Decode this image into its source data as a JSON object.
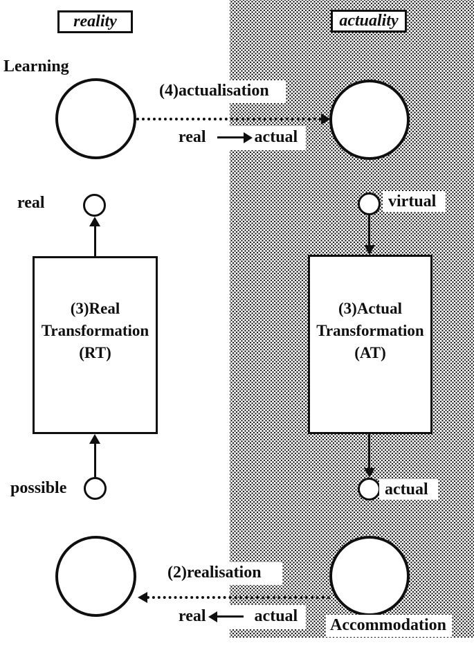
{
  "headers": {
    "left": "reality",
    "right": "actuality"
  },
  "labels": {
    "learning": "Learning",
    "real": "real",
    "possible": "possible",
    "virtual": "virtual",
    "actual": "actual",
    "accommodation": "Accommodation"
  },
  "boxes": {
    "rt": {
      "lines": [
        "(3)Real",
        "Transformation",
        "(RT)"
      ]
    },
    "at": {
      "lines": [
        "(3)Actual",
        "Transformation",
        "(AT)"
      ]
    }
  },
  "transitions": {
    "actualisation": {
      "label": "(4)actualisation",
      "from": "real",
      "to": "actual"
    },
    "realisation": {
      "label": "(2)realisation",
      "from": "real",
      "to": "actual"
    }
  },
  "colors": {
    "ink": "#0f0f0f",
    "paper": "#ffffff"
  }
}
